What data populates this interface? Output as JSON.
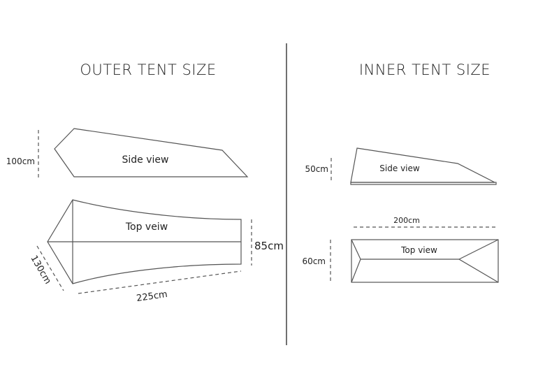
{
  "outer": {
    "title": "OUTER TENT SIZE",
    "side_label": "Side view",
    "top_label": "Top veiw",
    "height": "100cm",
    "width_end": "85cm",
    "width_head": "130cm",
    "length": "225cm"
  },
  "inner": {
    "title": "INNER TENT SIZE",
    "side_label": "Side view",
    "top_label": "Top view",
    "height": "50cm",
    "length": "200cm",
    "width": "60cm"
  },
  "colors": {
    "line": "#555555",
    "text": "#222222",
    "divider": "#111111"
  }
}
